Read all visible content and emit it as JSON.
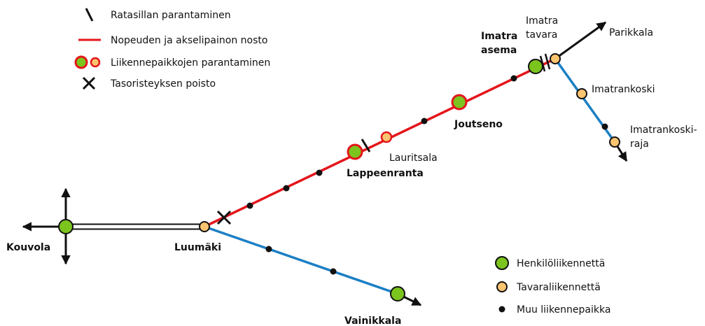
{
  "legend": {
    "items": [
      {
        "id": "bridge",
        "label": "Ratasillan parantaminen"
      },
      {
        "id": "speed",
        "label": "Nopeuden ja akselipainon nosto"
      },
      {
        "id": "stations",
        "label": "Liikennepaikkojen parantaminen"
      },
      {
        "id": "crossing",
        "label": "Tasoristeyksen poisto"
      }
    ],
    "stop_types": [
      {
        "id": "passenger",
        "label": "Henkilöliikennettä",
        "color": "#7cc41e"
      },
      {
        "id": "freight",
        "label": "Tavaraliikennettä",
        "color": "#fbc470"
      },
      {
        "id": "other",
        "label": "Muu liikennepaikka",
        "color": "#111111"
      }
    ]
  },
  "places": {
    "kouvola": "Kouvola",
    "luumaki": "Luumäki",
    "vainikkala": "Vainikkala",
    "lappeenranta": "Lappeenranta",
    "lauritsala": "Lauritsala",
    "joutseno": "Joutseno",
    "imatra_asema_1": "Imatra",
    "imatra_asema_2": "asema",
    "imatra_tavara_1": "Imatra",
    "imatra_tavara_2": "tavara",
    "parikkala": "Parikkala",
    "imatrankoski": "Imatrankoski",
    "imatrankoskiraja_1": "Imatrankoski-",
    "imatrankoskiraja_2": "raja"
  },
  "colors": {
    "improved_line": "#e4151b",
    "other_line": "#1b7fc4",
    "station_ring": "#e4151b",
    "track": "#111111"
  }
}
